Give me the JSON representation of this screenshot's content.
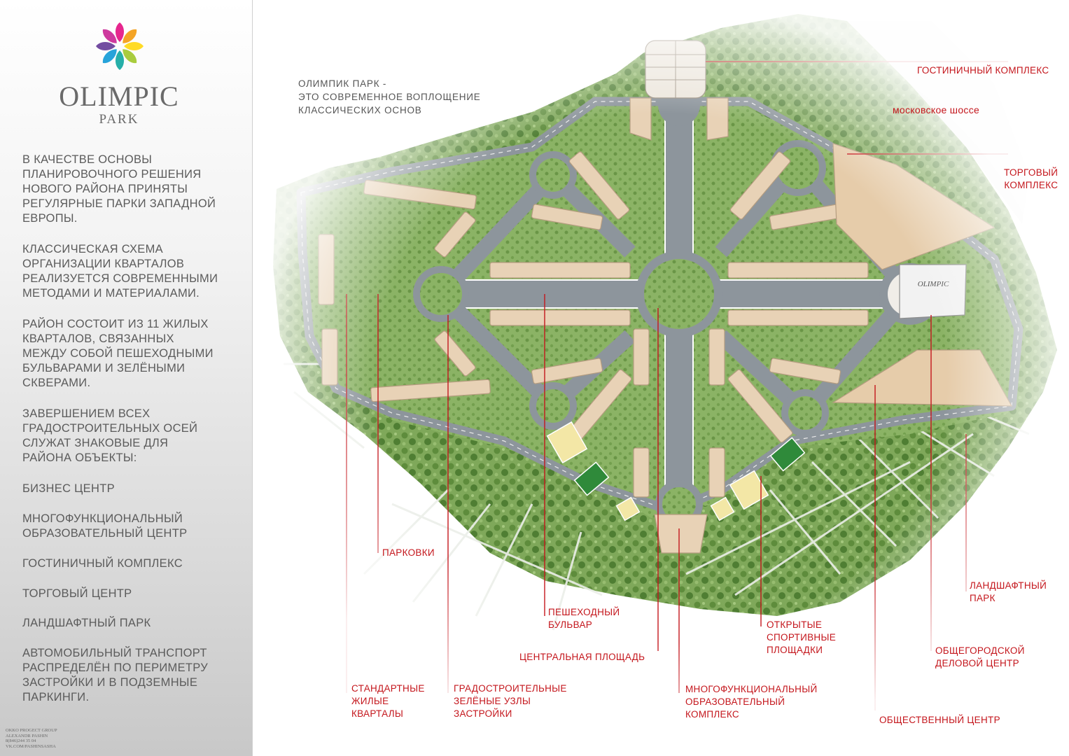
{
  "brand": {
    "title": "OLIMPIC",
    "subtitle": "PARK",
    "petal_colors": [
      "#e2007a",
      "#f29400",
      "#ffd500",
      "#9ac31c",
      "#00a19a",
      "#0093d3",
      "#5b2d90",
      "#c6168d"
    ]
  },
  "sidebar": {
    "paragraphs": [
      "В КАЧЕСТВЕ ОСНОВЫ\nПЛАНИРОВОЧНОГО РЕШЕНИЯ\nНОВОГО РАЙОНА ПРИНЯТЫ\nРЕГУЛЯРНЫЕ ПАРКИ  ЗАПАДНОЙ\nЕВРОПЫ.",
      "КЛАССИЧЕСКАЯ СХЕМА\nОРГАНИЗАЦИИ КВАРТАЛОВ\nРЕАЛИЗУЕТСЯ СОВРЕМЕННЫМИ\nМЕТОДАМИ И МАТЕРИАЛАМИ.",
      "РАЙОН СОСТОИТ ИЗ 11 ЖИЛЫХ\nКВАРТАЛОВ, СВЯЗАННЫХ\nМЕЖДУ СОБОЙ ПЕШЕХОДНЫМИ\nБУЛЬВАРАМИ И ЗЕЛЁНЫМИ\nСКВЕРАМИ.",
      "ЗАВЕРШЕНИЕМ ВСЕХ\nГРАДОСТРОИТЕЛЬНЫХ ОСЕЙ\nСЛУЖАТ ЗНАКОВЫЕ ДЛЯ\nРАЙОНА ОБЪЕКТЫ:",
      "БИЗНЕС ЦЕНТР",
      "МНОГОФУНКЦИОНАЛЬНЫЙ\nОБРАЗОВАТЕЛЬНЫЙ ЦЕНТР",
      "ГОСТИНИЧНЫЙ КОМПЛЕКС",
      "ТОРГОВЫЙ ЦЕНТР",
      "ЛАНДШАФТНЫЙ ПАРК",
      "АВТОМОБИЛЬНЫЙ ТРАНСПОРТ\nРАСПРЕДЕЛЁН ПО ПЕРИМЕТРУ\nЗАСТРОЙКИ И В ПОДЗЕМНЫЕ\nПАРКИНГИ."
    ],
    "credits": "OKKO PROGECT GROUP\nALEXANDR PASHIN\n8(846)244 35 04\nVK.COM/PASHINSASHA"
  },
  "map": {
    "slogan": "ОЛИМПИК ПАРК  -\nЭТО СОВРЕМЕННОЕ  ВОПЛОЩЕНИЕ\nКЛАССИЧЕСКИХ ОСНОВ",
    "building_sign": "OLIMPIC",
    "colors": {
      "grass": "#7fa85a",
      "road": "#8d959c",
      "building": "#e8d2b6",
      "label": "#c4161c",
      "court": "#2f8a3a"
    },
    "labels": {
      "hotel": "ГОСТИНИЧНЫЙ КОМПЛЕКС",
      "highway": "московское шоссе",
      "shopping": "ТОРГОВЫЙ\nКОМПЛЕКС",
      "parking": "ПАРКОВКИ",
      "landscape_park": "ЛАНДШАФТНЫЙ\nПАРК",
      "boulevard": "ПЕШЕХОДНЫЙ\nБУЛЬВАР",
      "sports": "ОТКРЫТЫЕ\nСПОРТИВНЫЕ\nПЛОЩАДКИ",
      "business_center": "ОБЩЕГОРОДСКОЙ\nДЕЛОВОЙ ЦЕНТР",
      "central_square": "ЦЕНТРАЛЬНАЯ ПЛОЩАДЬ",
      "standard_blocks": "СТАНДАРТНЫЕ\nЖИЛЫЕ\nКВАРТАЛЫ",
      "green_nodes": "ГРАДОСТРОИТЕЛЬНЫЕ\nЗЕЛЁНЫЕ УЗЛЫ\nЗАСТРОЙКИ",
      "education": "МНОГОФУНКЦИОНАЛЬНЫЙ\nОБРАЗОВАТЕЛЬНЫЙ\nКОМПЛЕКС",
      "public_center": "ОБЩЕСТВЕННЫЙ ЦЕНТР"
    }
  }
}
